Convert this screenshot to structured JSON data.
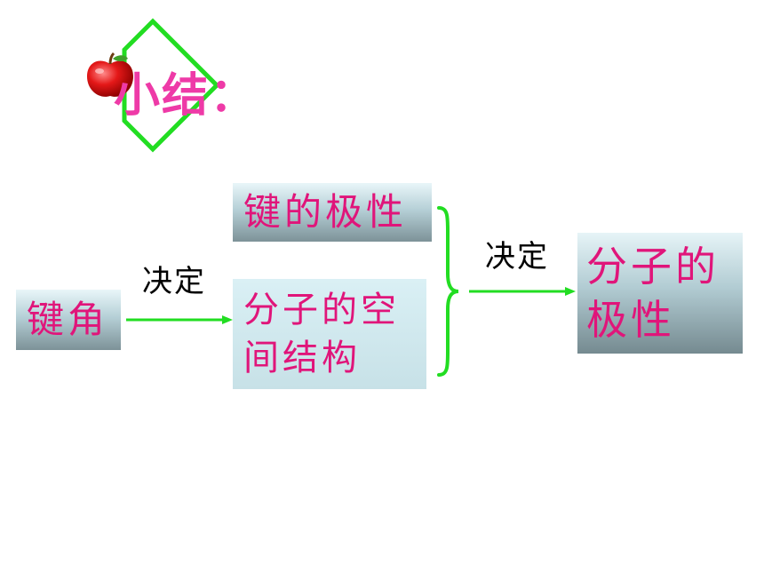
{
  "title": "小结：",
  "nodes": {
    "bond_angle": "键角",
    "bond_polarity": "键的极性",
    "spatial_structure_line1": "分子的空",
    "spatial_structure_line2": "间结构",
    "molecular_polarity_line1": "分子的",
    "molecular_polarity_line2": "极性"
  },
  "edges": {
    "decides_left": "决定",
    "decides_right": "决定"
  },
  "colors": {
    "title": "#ee3aa7",
    "node_text": "#e0157a",
    "arrow": "#22dd22",
    "diamond": "#22dd22",
    "apple": "#dd1111"
  },
  "icons": {
    "decor": "apple-icon"
  }
}
